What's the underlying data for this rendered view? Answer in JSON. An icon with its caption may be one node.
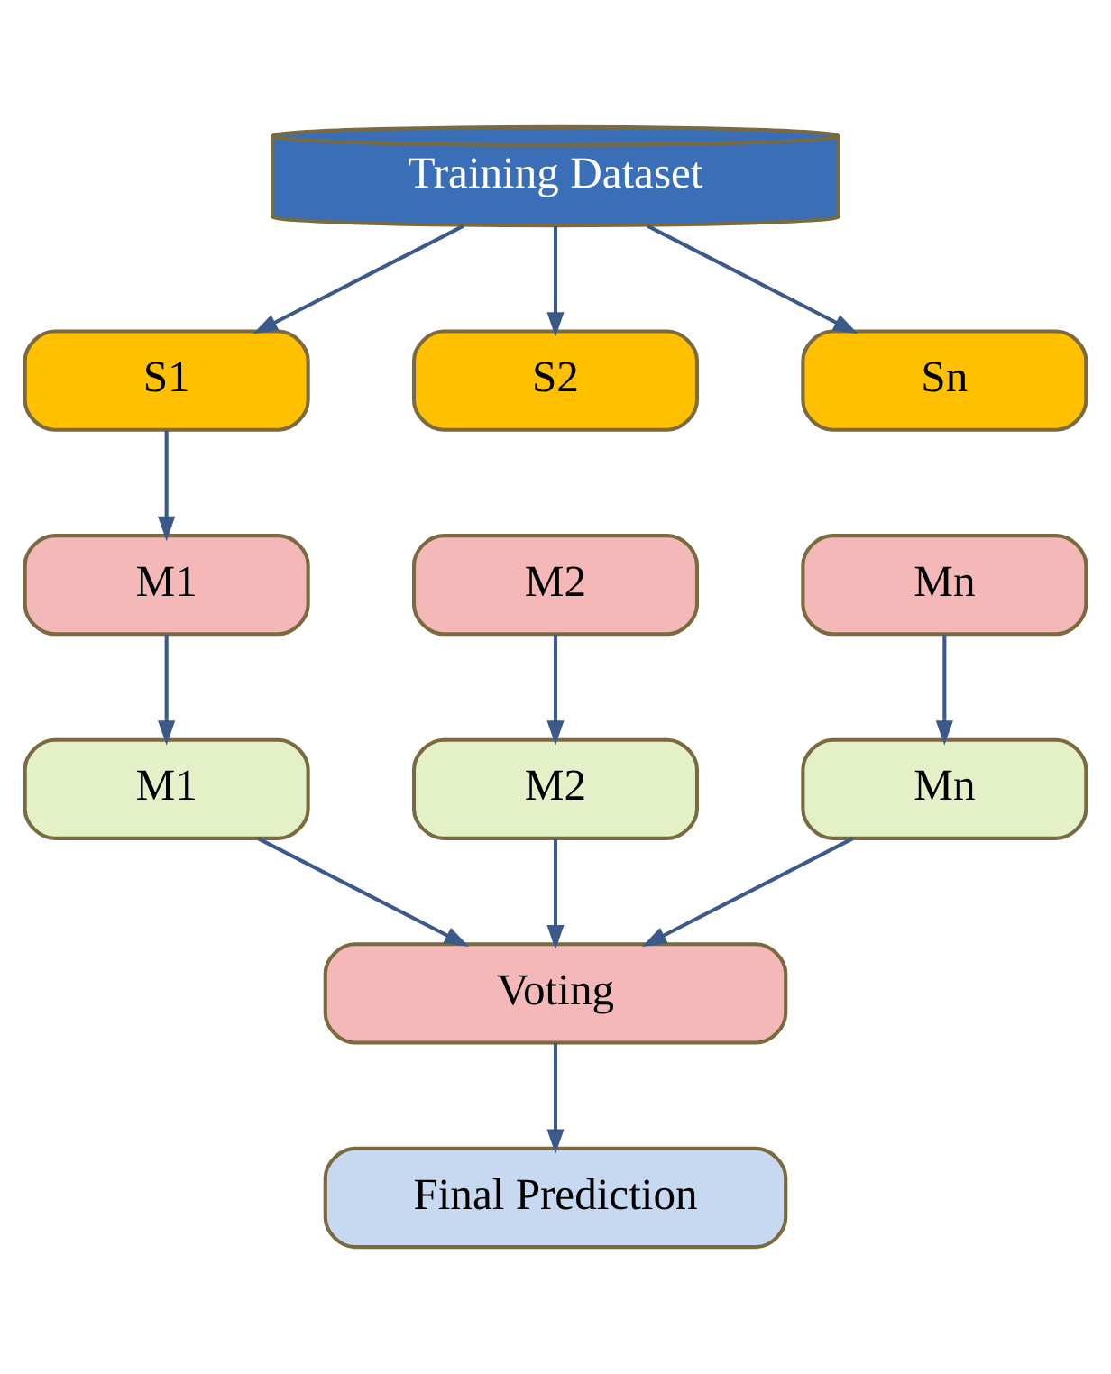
{
  "diagram": {
    "nodes": [
      {
        "text": [
          "Training Dataset"
        ]
      },
      {
        "text": [
          "S1"
        ]
      },
      {
        "text": [
          "S2"
        ]
      },
      {
        "text": [
          "Sn"
        ]
      },
      {
        "text": [
          "M1"
        ]
      },
      {
        "text": [
          "M2"
        ]
      },
      {
        "text": [
          "Mn"
        ]
      },
      {
        "text": [
          "M1"
        ]
      },
      {
        "text": [
          "M2"
        ]
      },
      {
        "text": [
          "Mn"
        ]
      },
      {
        "text": [
          "Voting"
        ]
      },
      {
        "text": [
          "Final Prediction"
        ]
      }
    ],
    "edges": [
      {
        "from": 0,
        "to": 1,
        "arrow": "to"
      },
      {
        "from": 0,
        "to": 2,
        "arrow": "to"
      },
      {
        "from": 0,
        "to": 3,
        "arrow": "to"
      },
      {
        "from": 1,
        "to": 4,
        "arrow": "to"
      },
      {
        "from": 4,
        "to": 7,
        "arrow": "to"
      },
      {
        "from": 5,
        "to": 8,
        "arrow": "to"
      },
      {
        "from": 6,
        "to": 9,
        "arrow": "to"
      },
      {
        "from": 7,
        "to": 10,
        "arrow": "to"
      },
      {
        "from": 8,
        "to": 10,
        "arrow": "to"
      },
      {
        "from": 9,
        "to": 10,
        "arrow": "to"
      },
      {
        "from": 10,
        "to": 11,
        "arrow": "to"
      }
    ]
  }
}
